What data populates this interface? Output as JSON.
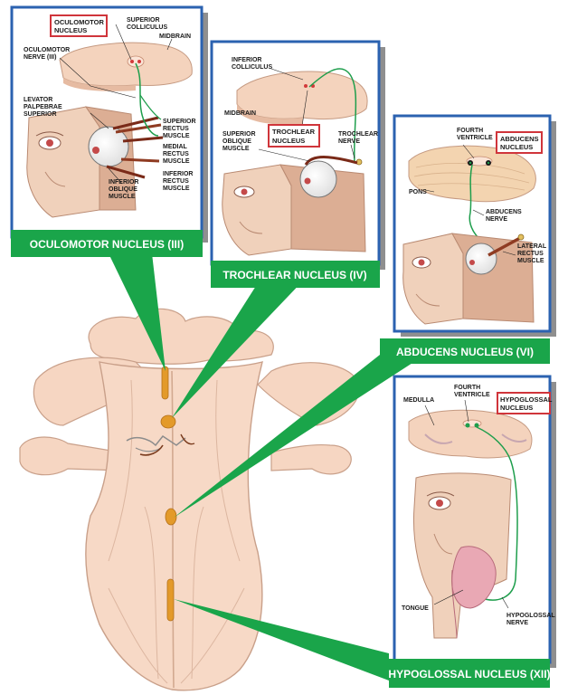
{
  "colors": {
    "frame_blue": "#2b62b0",
    "banner_green": "#1aa54a",
    "nerve_green": "#1e9e4c",
    "nucleus_orange": "#e39a2a",
    "brainstem_skin": "#f6d6c2",
    "highlight_red": "#d0353b",
    "shadow_gray": "#8f8f8f"
  },
  "panels": {
    "oculomotor": {
      "banner": "OCULOMOTOR NUCLEUS (III)",
      "highlight": [
        "OCULOMOTOR",
        "NUCLEUS"
      ],
      "labels": {
        "superior_colliculus": [
          "SUPERIOR",
          "COLLICULUS"
        ],
        "midbrain": "MIDBRAIN",
        "nerve": [
          "OCULOMOTOR",
          "NERVE (III)"
        ],
        "levator": [
          "LEVATOR",
          "PALPEBRAE",
          "SUPERIOR"
        ],
        "superior_rectus": [
          "SUPERIOR",
          "RECTUS",
          "MUSCLE"
        ],
        "medial_rectus": [
          "MEDIAL",
          "RECTUS",
          "MUSCLE"
        ],
        "inferior_rectus": [
          "INFERIOR",
          "RECTUS",
          "MUSCLE"
        ],
        "inferior_oblique": [
          "INFERIOR",
          "OBLIQUE",
          "MUSCLE"
        ]
      }
    },
    "trochlear": {
      "banner": "TROCHLEAR NUCLEUS (IV)",
      "highlight": [
        "TROCHLEAR",
        "NUCLEUS"
      ],
      "labels": {
        "inferior_colliculus": [
          "INFERIOR",
          "COLLICULUS"
        ],
        "midbrain": "MIDBRAIN",
        "superior_oblique": [
          "SUPERIOR",
          "OBLIQUE",
          "MUSCLE"
        ],
        "nerve": [
          "TROCHLEAR",
          "NERVE"
        ]
      }
    },
    "abducens": {
      "banner": "ABDUCENS NUCLEUS (VI)",
      "highlight": [
        "ABDUCENS",
        "NUCLEUS"
      ],
      "labels": {
        "fourth_ventricle": [
          "FOURTH",
          "VENTRICLE"
        ],
        "pons": "PONS",
        "nerve": [
          "ABDUCENS",
          "NERVE"
        ],
        "lateral_rectus": [
          "LATERAL",
          "RECTUS",
          "MUSCLE"
        ]
      }
    },
    "hypoglossal": {
      "banner": "HYPOGLOSSAL NUCLEUS (XII)",
      "highlight": [
        "HYPOGLOSSAL",
        "NUCLEUS"
      ],
      "labels": {
        "medulla": "MEDULLA",
        "fourth_ventricle": [
          "FOURTH",
          "VENTRICLE"
        ],
        "tongue": "TONGUE",
        "nerve": [
          "HYPOGLOSSAL",
          "NERVE"
        ]
      }
    }
  }
}
